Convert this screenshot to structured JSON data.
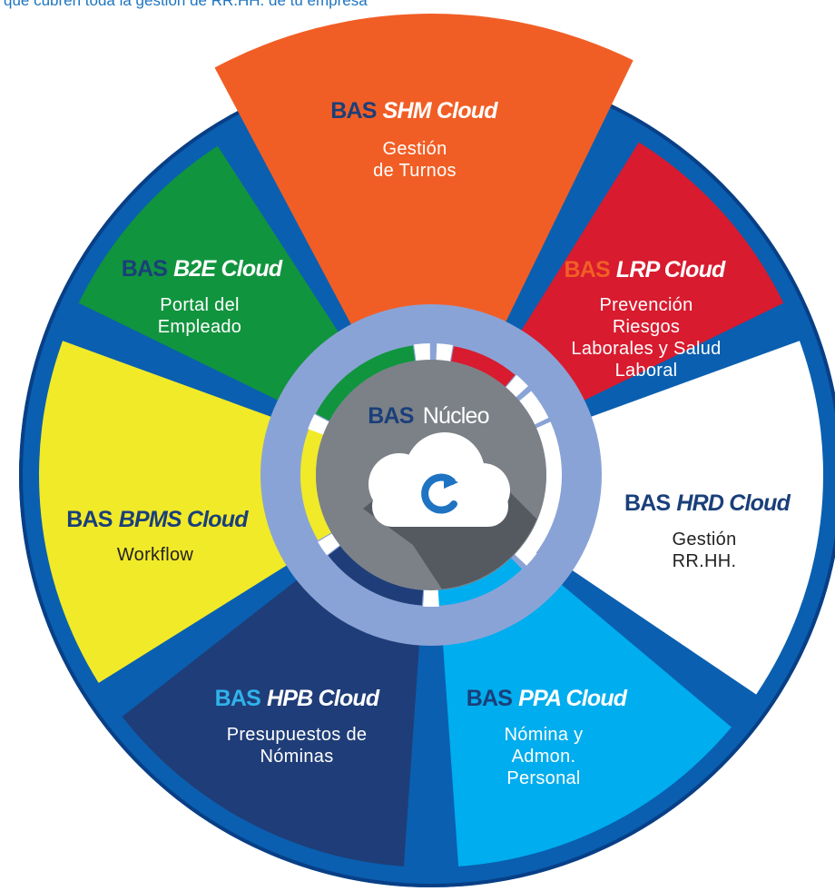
{
  "top_caption": "que cubren toda la gestión de RR.HH. de tu empresa",
  "colors": {
    "ring": "#0a5fb0",
    "ring_dark": "#083f86",
    "inner_ring": "#8aa3d6",
    "hub": "#7c8187",
    "hub_shadow": "#4f5459",
    "accent_blue": "#1e73c2"
  },
  "core": {
    "brand": "BAS",
    "name": "Núcleo",
    "icon": "cloud-sync-icon"
  },
  "modules": [
    {
      "id": "shm",
      "brand": "BAS",
      "product": "SHM Cloud",
      "lines": [
        "Gestión",
        "de Turnos"
      ],
      "color": "#f15e25",
      "text_color": "#ffffff",
      "brand_color": "#1a3f7a",
      "product_color": "#ffffff"
    },
    {
      "id": "lrp",
      "brand": "BAS",
      "product": "LRP Cloud",
      "lines": [
        "Prevención",
        "Riesgos",
        "Laborales y Salud",
        "Laboral"
      ],
      "color": "#d81b2f",
      "text_color": "#ffffff",
      "brand_color": "#f15e25",
      "product_color": "#ffffff"
    },
    {
      "id": "hrd",
      "brand": "BAS",
      "product": "HRD Cloud",
      "lines": [
        "Gestión",
        "RR.HH."
      ],
      "color": "#ffffff",
      "text_color": "#222222",
      "brand_color": "#1a3f7a",
      "product_color": "#1a3f7a"
    },
    {
      "id": "ppa",
      "brand": "BAS",
      "product": "PPA Cloud",
      "lines": [
        "Nómina y",
        "Admon.",
        "Personal"
      ],
      "color": "#00adee",
      "text_color": "#ffffff",
      "brand_color": "#1a3f7a",
      "product_color": "#ffffff"
    },
    {
      "id": "hpb",
      "brand": "BAS",
      "product": "HPB Cloud",
      "lines": [
        "Presupuestos de",
        "Nóminas"
      ],
      "color": "#1f3d78",
      "text_color": "#ffffff",
      "brand_color": "#2fb3ea",
      "product_color": "#ffffff"
    },
    {
      "id": "bpms",
      "brand": "BAS",
      "product": "BPMS Cloud",
      "lines": [
        "Workflow"
      ],
      "color": "#f1ea28",
      "text_color": "#222222",
      "brand_color": "#1a3f7a",
      "product_color": "#1a3f7a"
    },
    {
      "id": "b2e",
      "brand": "BAS",
      "product": "B2E Cloud",
      "lines": [
        "Portal del",
        "Empleado"
      ],
      "color": "#11943e",
      "text_color": "#ffffff",
      "brand_color": "#1a3f7a",
      "product_color": "#ffffff"
    }
  ]
}
